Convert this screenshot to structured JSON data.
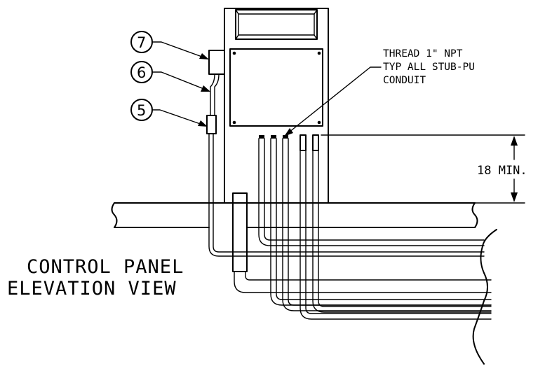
{
  "title": {
    "line1": "CONTROL PANEL",
    "line2": "ELEVATION VIEW"
  },
  "note": {
    "line1": "THREAD 1\" NPT",
    "line2": "TYP ALL STUB-PU",
    "line3": "CONDUIT"
  },
  "dimension": {
    "label": "18  MIN."
  },
  "callouts": [
    {
      "number": "7"
    },
    {
      "number": "6"
    },
    {
      "number": "5"
    }
  ],
  "icons": {
    "arrow": "arrowhead-icon"
  }
}
